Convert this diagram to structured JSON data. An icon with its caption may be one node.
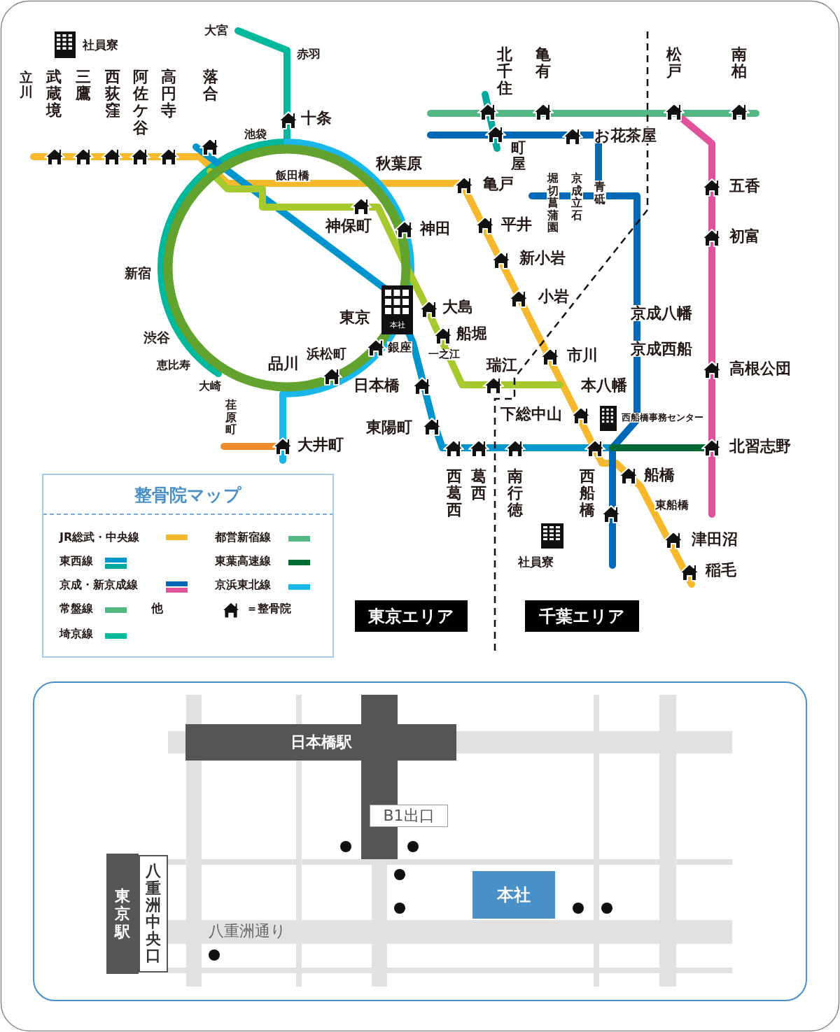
{
  "diagram": {
    "nodes": [
      {
        "text": [
          "本社"
        ],
        "beside": [
          "東京"
        ]
      },
      {
        "text": [
          "整骨院マップ"
        ]
      },
      {
        "text": [
          "東京エリア"
        ]
      },
      {
        "text": [
          "千葉エリア"
        ]
      },
      {
        "text": [
          "日本橋駅"
        ]
      },
      {
        "text": [
          "B1出口"
        ]
      },
      {
        "text": [
          "東京駅"
        ]
      },
      {
        "text": [
          "八重洲中央口"
        ]
      },
      {
        "text": [
          "本社"
        ]
      }
    ],
    "labels": [
      "社員寮",
      "大宮",
      "赤羽",
      "立川",
      "武蔵境",
      "三鷹",
      "西荻窪",
      "阿佐ケ谷",
      "高円寺",
      "落合",
      "十条",
      "池袋",
      "北千住",
      "亀有",
      "松戸",
      "南柏",
      "町屋",
      "お花茶屋",
      "飯田橋",
      "秋葉原",
      "亀戸",
      "堀切菖蒲園",
      "京成立石",
      "青砥",
      "五香",
      "平井",
      "神保町",
      "神田",
      "初富",
      "新小岩",
      "新宿",
      "小岩",
      "大島",
      "京成八幡",
      "船堀",
      "渋谷",
      "市川",
      "京成西船",
      "浜松町",
      "銀座",
      "一之江",
      "高根公団",
      "品川",
      "瑞江",
      "恵比寿",
      "本八幡",
      "大崎",
      "日本橋",
      "下総中山",
      "西船橋事務センター",
      "荏原町",
      "東陽町",
      "北習志野",
      "大井町",
      "西葛西",
      "葛西",
      "南行徳",
      "西船橋",
      "船橋",
      "東船橋",
      "社員寮",
      "津田沼",
      "稲毛",
      "他",
      "八重洲通り"
    ],
    "legend": [
      {
        "text": "JR総武・中央線",
        "color": "#f6b92b"
      },
      {
        "text": "東西線"
      },
      {
        "text": "京成・新京成線"
      },
      {
        "text": "常盤線",
        "color": "#55b784"
      },
      {
        "text": "埼京線",
        "color": "#00b89c"
      },
      {
        "text": "都営新宿線",
        "color": "#55b784"
      },
      {
        "text": "東葉高速線",
        "color": "#006a35"
      },
      {
        "text": "京浜東北線",
        "color": "#1ab8ea"
      },
      {
        "text": "＝整骨院"
      }
    ]
  }
}
